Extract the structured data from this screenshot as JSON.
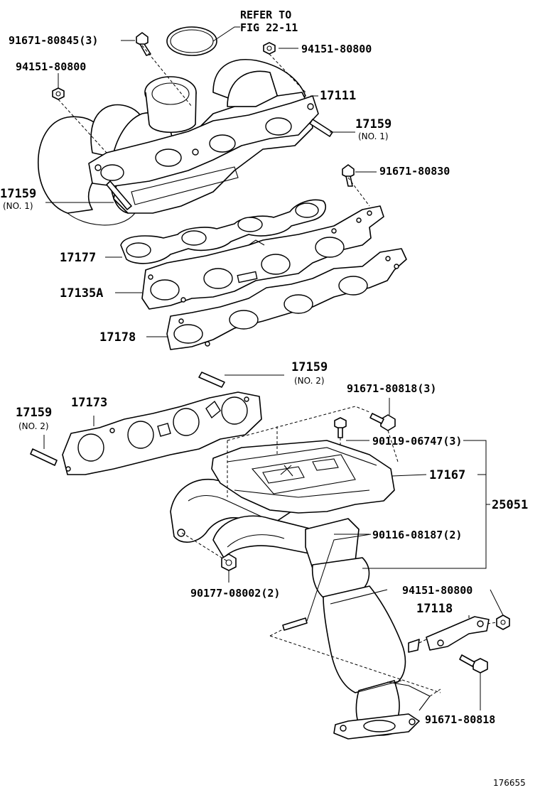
{
  "labels": {
    "refer_line1": "REFER TO",
    "refer_line2": "FIG 22-11",
    "bolt_80845": "91671-80845(3)",
    "nut_80800_top": "94151-80800",
    "nut_80800_left": "94151-80800",
    "manifold": "17111",
    "stud_right": "17159",
    "stud_right_sub": "(NO. 1)",
    "stud_left": "17159",
    "stud_left_sub": "(NO. 1)",
    "bolt_80830": "91671-80830",
    "gasket_17177": "17177",
    "plate_17135A": "17135A",
    "gasket_17178": "17178",
    "stud_no2_upper": "17159",
    "stud_no2_upper_sub": "(NO. 2)",
    "stud_no2_left": "17159",
    "stud_no2_left_sub": "(NO. 2)",
    "gasket_17173": "17173",
    "bolt_80818_3": "91671-80818(3)",
    "bolt_06747": "90119-06747(3)",
    "heat_insulator": "17167",
    "assembly": "25051",
    "bolt_08187": "90116-08187(2)",
    "nut_08002": "90177-08002(2)",
    "nut_80800_lower": "94151-80800",
    "bracket": "17118",
    "bolt_80818": "91671-80818",
    "figure_id": "176655"
  }
}
